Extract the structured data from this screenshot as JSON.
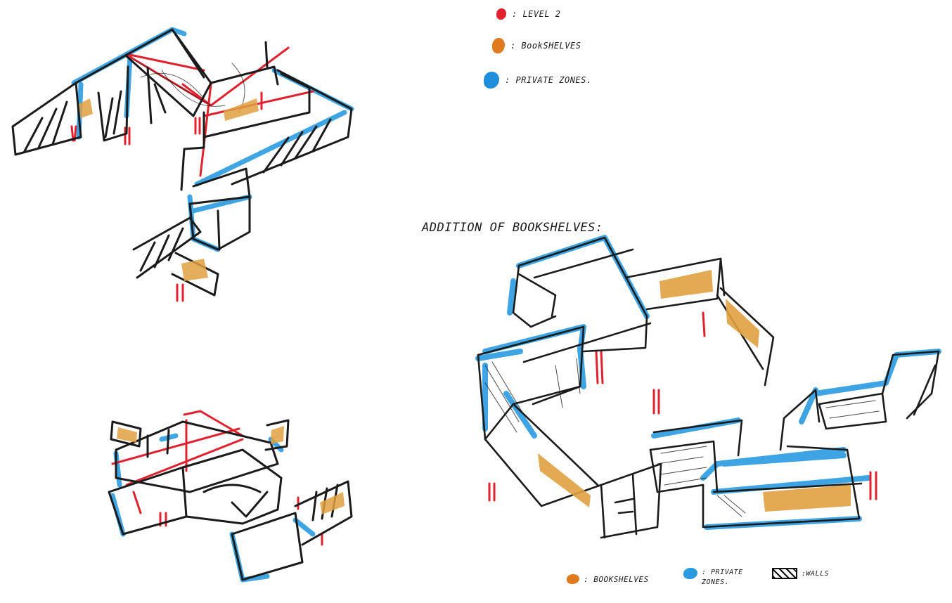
{
  "legend_top": {
    "level2": {
      "label": ": LEVEL 2",
      "color": "#e0222e"
    },
    "bookshelves": {
      "label": ": BookSHELVES",
      "color": "#e07a1f"
    },
    "private": {
      "label": ": PRIVATE ZONES.",
      "color": "#1f8fdb"
    }
  },
  "heading": "ADDITION OF BOOKSHELVES:",
  "legend_bottom": {
    "bookshelves": {
      "label": ": BOOKSHELVES",
      "color": "#e07a1f"
    },
    "private": {
      "label": ": PRIVATE ZONES.",
      "color": "#2b9be0"
    },
    "walls": {
      "label": ":WALLS"
    }
  },
  "colors": {
    "ink": "#1b1b1b",
    "blue": "#2b9be0",
    "red": "#e0222e",
    "orange": "#e07a1f"
  }
}
